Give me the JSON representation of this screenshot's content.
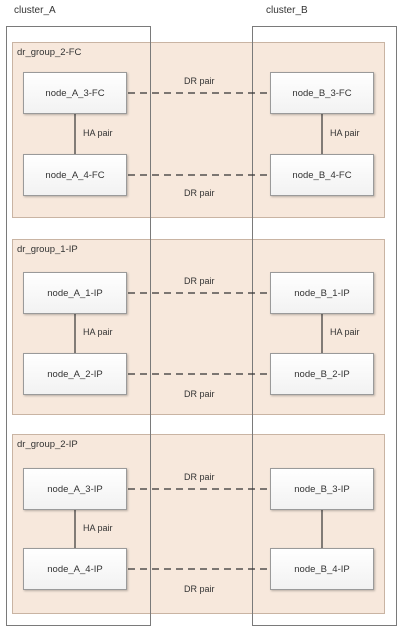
{
  "clusters": [
    {
      "label": "cluster_A"
    },
    {
      "label": "cluster_B"
    }
  ],
  "groups": [
    {
      "label": "dr_group_2-FC",
      "node_a_top": "node_A_3-FC",
      "node_a_bottom": "node_A_4-FC",
      "node_b_top": "node_B_3-FC",
      "node_b_bottom": "node_B_4-FC",
      "dr_label_top": "DR pair",
      "dr_label_bottom": "DR pair",
      "ha_label_a": "HA pair",
      "ha_label_b": "HA pair"
    },
    {
      "label": "dr_group_1-IP",
      "node_a_top": "node_A_1-IP",
      "node_a_bottom": "node_A_2-IP",
      "node_b_top": "node_B_1-IP",
      "node_b_bottom": "node_B_2-IP",
      "dr_label_top": "DR pair",
      "dr_label_bottom": "DR pair",
      "ha_label_a": "HA pair",
      "ha_label_b": "HA pair"
    },
    {
      "label": "dr_group_2-IP",
      "node_a_top": "node_A_3-IP",
      "node_a_bottom": "node_A_4-IP",
      "node_b_top": "node_B_3-IP",
      "node_b_bottom": "node_B_4-IP",
      "dr_label_top": "DR pair",
      "dr_label_bottom": "DR pair",
      "ha_label_a": "HA pair"
    }
  ]
}
